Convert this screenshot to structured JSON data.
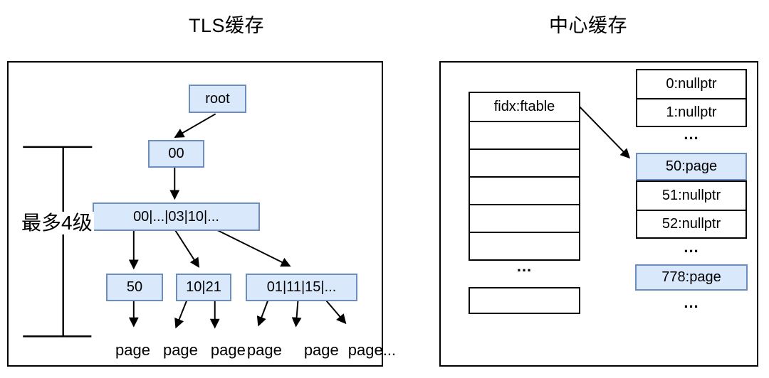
{
  "tls": {
    "title": "TLS缓存",
    "bracket_label": "最多4级",
    "nodes": {
      "root": "root",
      "level2": "00",
      "level3": "00|...|03|10|...",
      "leaf1": "50",
      "leaf2": "10|21",
      "leaf3": "01|11|15|..."
    },
    "page_labels": [
      "page",
      "page",
      "page",
      "page",
      "page",
      "page..."
    ]
  },
  "central": {
    "title": "中心缓存",
    "ftable": {
      "header": "fidx:ftable",
      "empty_row_count": 5,
      "ellipsis": "...",
      "detached_row": ""
    },
    "index_table": {
      "top_rows": [
        "0:nullptr",
        "1:nullptr"
      ],
      "ellipsis1": "...",
      "highlight_row_50": "50:page",
      "mid_rows": [
        "51:nullptr",
        "52:nullptr"
      ],
      "ellipsis2": "...",
      "highlight_row_778": "778:page",
      "ellipsis3": "..."
    }
  },
  "colors": {
    "node_fill": "#dae8fc",
    "node_border": "#6c8ebf",
    "line": "#000000",
    "panel_border": "#000000"
  }
}
